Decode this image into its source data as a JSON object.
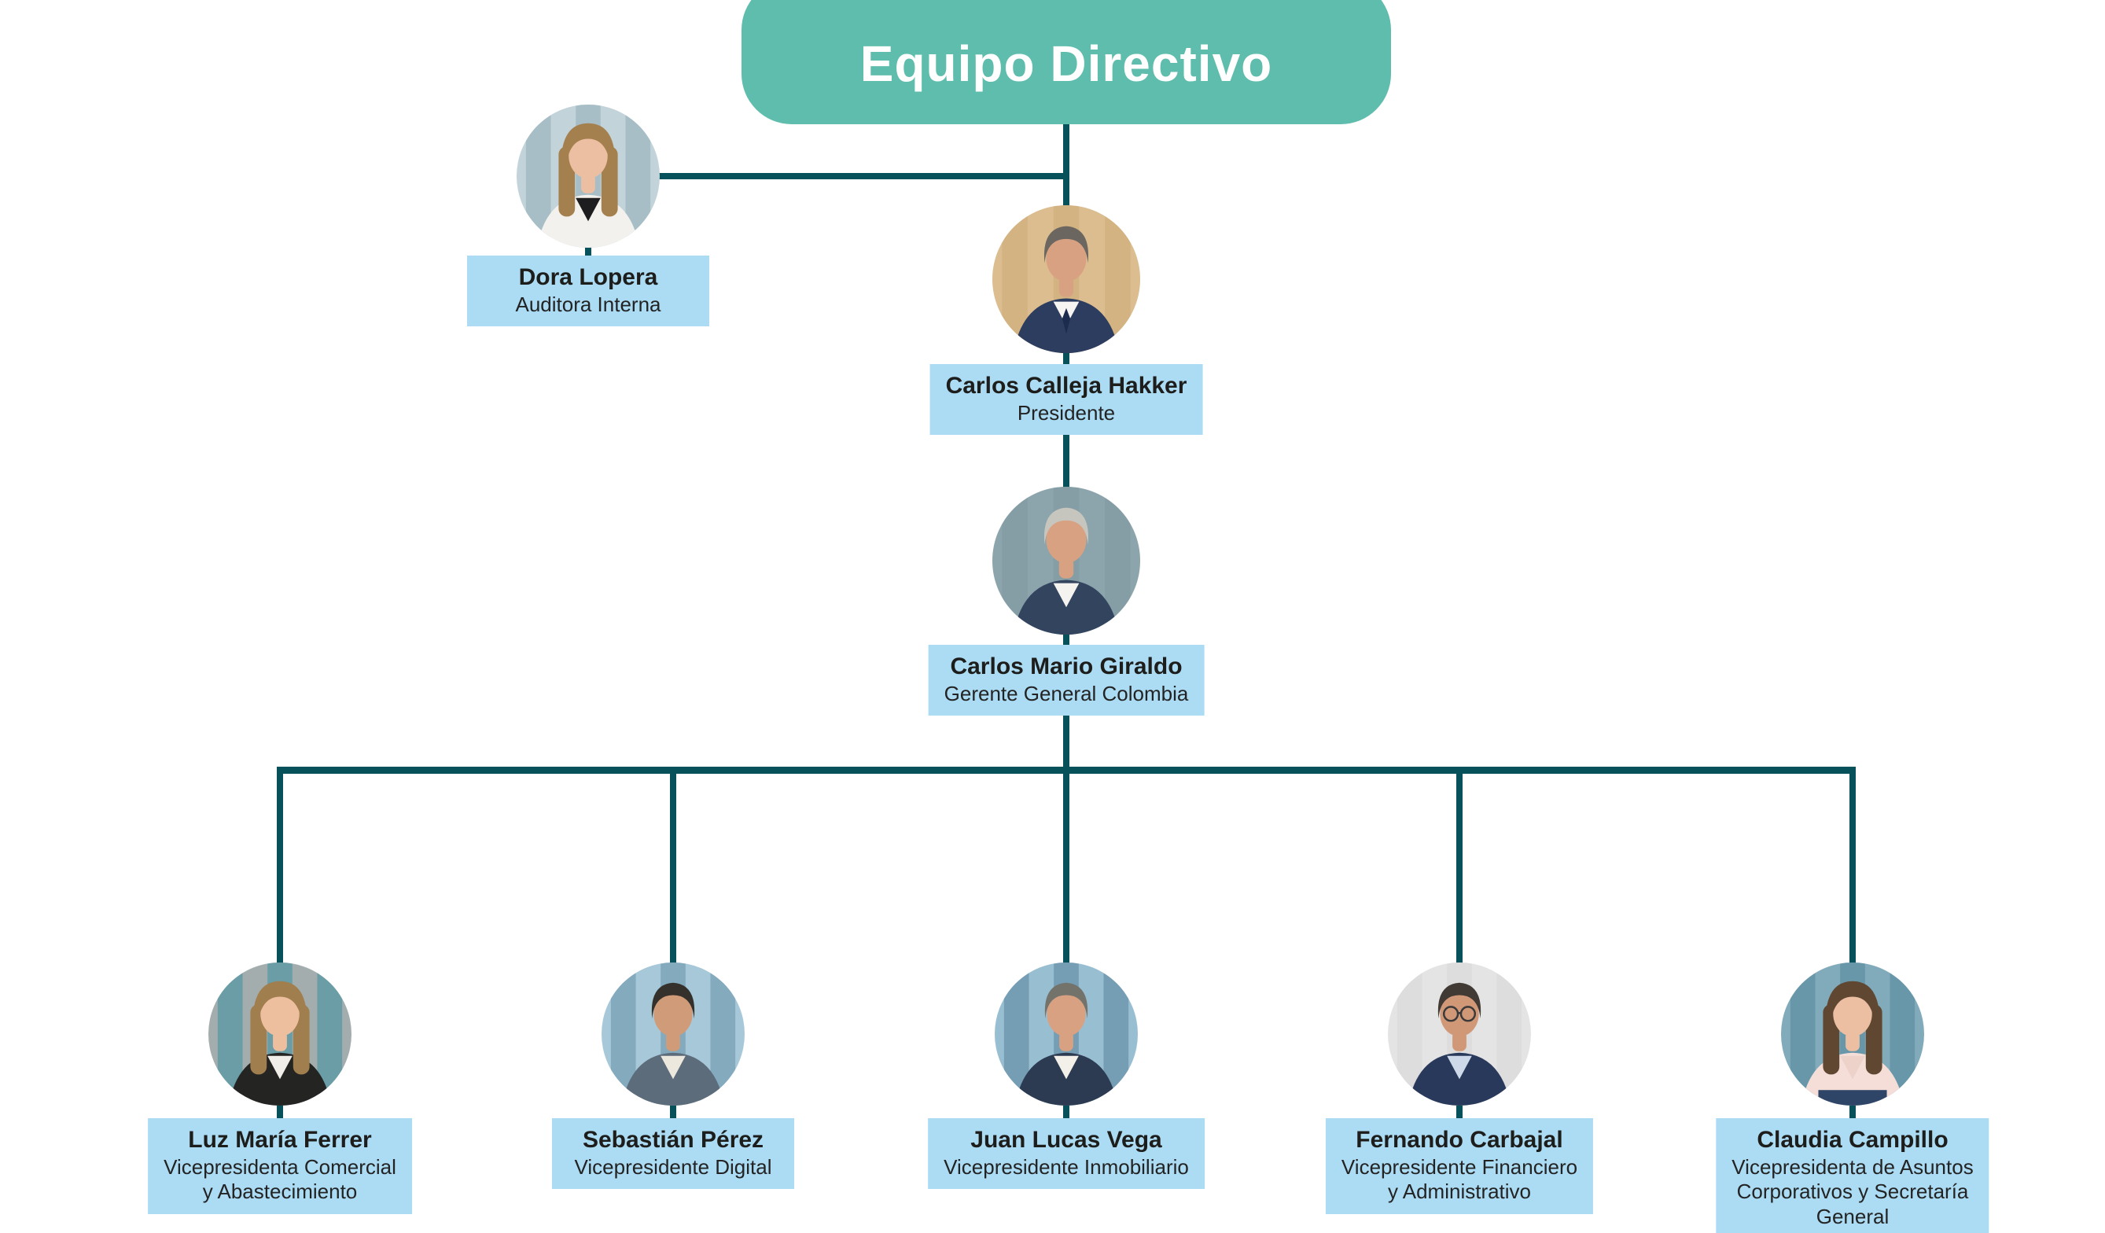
{
  "title": {
    "text": "Equipo Directivo"
  },
  "theme": {
    "banner_bg": "#5ebdac",
    "banner_text": "#ffffff",
    "label_bg": "#abdcf4",
    "name_color": "#1d1d1b",
    "title_color": "#232323",
    "line_color": "#07525a"
  },
  "people": [
    {
      "id": "dora-lopera",
      "name": "Dora Lopera",
      "title_lines": [
        "Auditora Interna"
      ],
      "reports_to": "Equipo Directivo",
      "avatar": {
        "bg": "#c2d3da",
        "bg2": "#93adb8",
        "hair": "#a5804f",
        "hair_style": "long",
        "skin": "#edbfa2",
        "jacket": "#f3f1ed",
        "shirt": "#1d1d1f"
      }
    },
    {
      "id": "carlos-calleja-hakker",
      "name": "Carlos Calleja Hakker",
      "title_lines": [
        "Presidente"
      ],
      "reports_to": "Equipo Directivo",
      "avatar": {
        "bg": "#dcbd90",
        "bg2": "#cdab79",
        "hair": "#6b6760",
        "hair_style": "short",
        "skin": "#d8a181",
        "jacket": "#2c3d60",
        "shirt": "#f6f5f2",
        "tie": "#1c2c4e"
      }
    },
    {
      "id": "carlos-mario-giraldo",
      "name": "Carlos Mario Giraldo",
      "title_lines": [
        "Gerente General Colombia"
      ],
      "reports_to": "Carlos Calleja Hakker",
      "avatar": {
        "bg": "#8ca4ab",
        "bg2": "#7f99a1",
        "hair": "#c6c6bf",
        "hair_style": "short",
        "skin": "#d8a181",
        "jacket": "#33445f",
        "shirt": "#f4f3ef"
      }
    },
    {
      "id": "luz-maria-ferrer",
      "name": "Luz María Ferrer",
      "title_lines": [
        "Vicepresidenta Comercial",
        "y Abastecimiento"
      ],
      "reports_to": "Carlos Mario Giraldo",
      "avatar": {
        "bg": "#a3adad",
        "bg2": "#3d90a0",
        "hair": "#a17e4e",
        "hair_style": "long",
        "skin": "#eebf9f",
        "jacket": "#242422",
        "shirt": "#f1eee9"
      }
    },
    {
      "id": "sebastian-perez",
      "name": "Sebastián Pérez",
      "title_lines": [
        "Vicepresidente Digital"
      ],
      "reports_to": "Carlos Mario Giraldo",
      "avatar": {
        "bg": "#a7c8d8",
        "bg2": "#6892aa",
        "hair": "#34302b",
        "hair_style": "short",
        "skin": "#cf9b79",
        "jacket": "#5d6c7a",
        "shirt": "#ede8dd"
      }
    },
    {
      "id": "juan-lucas-vega",
      "name": "Juan Lucas Vega",
      "title_lines": [
        "Vicepresidente Inmobiliario"
      ],
      "reports_to": "Carlos Mario Giraldo",
      "avatar": {
        "bg": "#98bed2",
        "bg2": "#59829b",
        "hair": "#73736c",
        "hair_style": "short",
        "skin": "#d8a181",
        "jacket": "#2c3b51",
        "shirt": "#f3f0e9"
      }
    },
    {
      "id": "fernando-carbajal",
      "name": "Fernando Carbajal",
      "title_lines": [
        "Vicepresidente Financiero",
        "y Administrativo"
      ],
      "reports_to": "Carlos Mario Giraldo",
      "avatar": {
        "bg": "#e4e4e4",
        "bg2": "#d7d7d7",
        "hair": "#413933",
        "hair_style": "short",
        "skin": "#d09877",
        "jacket": "#28395b",
        "shirt": "#cdd9e8",
        "glasses": true
      }
    },
    {
      "id": "claudia-campillo",
      "name": "Claudia Campillo",
      "title_lines": [
        "Vicepresidenta de Asuntos",
        "Corporativos y Secretaría",
        "General"
      ],
      "reports_to": "Carlos Mario Giraldo",
      "avatar": {
        "bg": "#81aaba",
        "bg2": "#54869d",
        "hair": "#5f4732",
        "hair_style": "long",
        "skin": "#edbfa2",
        "jacket": "#f4ded7",
        "shirt": "#ecd2c9",
        "skirt": "#2e4568"
      }
    }
  ]
}
